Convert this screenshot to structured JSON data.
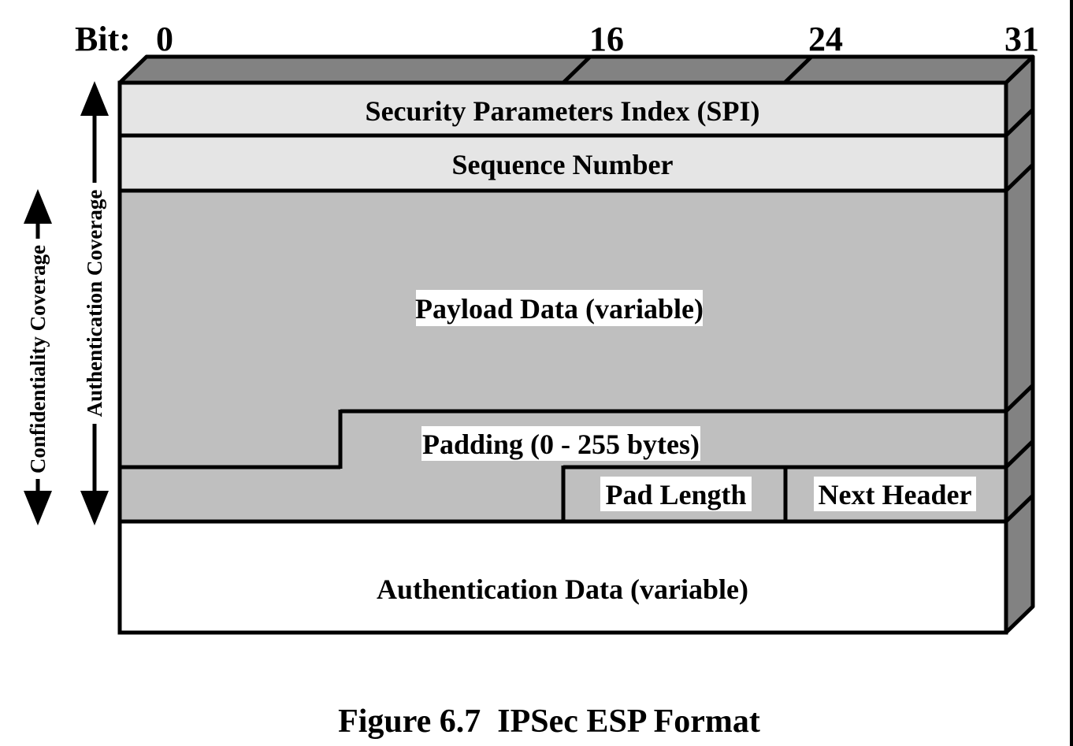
{
  "bit_ruler": {
    "label": "Bit:",
    "tick_0": "0",
    "tick_16": "16",
    "tick_24": "24",
    "tick_31": "31"
  },
  "fields": {
    "spi": {
      "label": "Security Parameters Index (SPI)"
    },
    "sequence_number": {
      "label": "Sequence Number"
    },
    "payload_data": {
      "label": "Payload Data (variable)"
    },
    "padding": {
      "label": "Padding (0 - 255 bytes)"
    },
    "pad_length": {
      "label": "Pad Length"
    },
    "next_header": {
      "label": "Next Header"
    },
    "authentication_data": {
      "label": "Authentication Data (variable)"
    }
  },
  "coverage": {
    "confidentiality": {
      "label": "Confidentiality Coverage"
    },
    "authentication": {
      "label": "Authentication Coverage"
    }
  },
  "caption": {
    "text": "Figure 6.7  IPSec ESP Format"
  },
  "colors": {
    "light_row": "#e5e5e5",
    "mid_row": "#bfbfbf",
    "dark_face": "#828282",
    "white_row": "#ffffff",
    "line": "#000000"
  }
}
